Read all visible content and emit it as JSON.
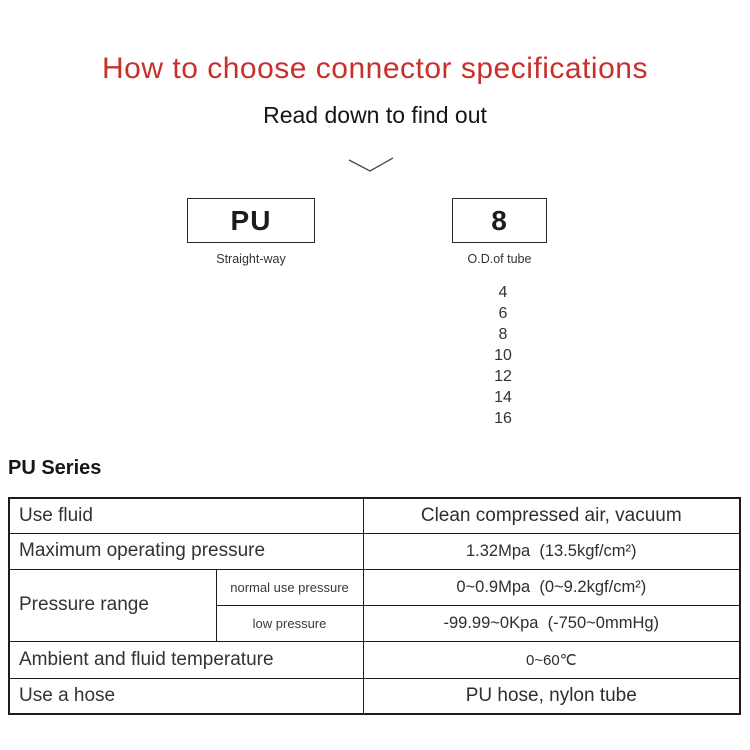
{
  "page": {
    "title": "How to choose connector specifications",
    "subtitle": "Read down to find out"
  },
  "model_selector": {
    "series_box": {
      "code": "PU",
      "caption": "Straight-way"
    },
    "size_box": {
      "code": "8",
      "caption": "O.D.of tube"
    },
    "tube_sizes": [
      "4",
      "6",
      "8",
      "10",
      "12",
      "14",
      "16"
    ]
  },
  "series_section": {
    "heading": "PU Series"
  },
  "spec_table": {
    "use_fluid": {
      "label": "Use fluid",
      "value": "Clean compressed air, vacuum"
    },
    "max_pressure": {
      "label": "Maximum operating pressure",
      "value": "1.32Mpa  (13.5kgf/cm²)"
    },
    "pressure_range": {
      "label": "Pressure range",
      "normal": {
        "label": "normal use pressure",
        "value": "0~0.9Mpa  (0~9.2kgf/cm²)"
      },
      "low": {
        "label": "low pressure",
        "value": "-99.99~0Kpa  (-750~0mmHg)"
      }
    },
    "temperature": {
      "label": "Ambient and fluid temperature",
      "value": "0~60℃"
    },
    "hose": {
      "label": "Use a hose",
      "value": "PU hose, nylon tube"
    }
  },
  "colors": {
    "accent_red": "#c9302c",
    "row_highlight_beige": "#f4ebda",
    "table_border": "#1c1c1c"
  }
}
